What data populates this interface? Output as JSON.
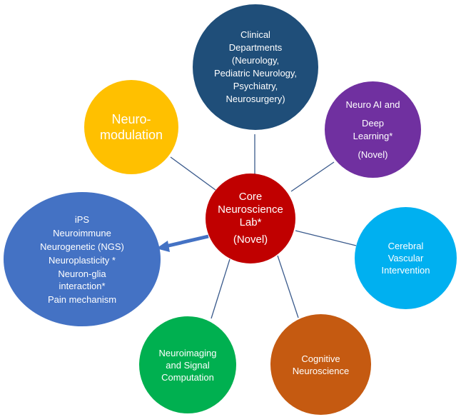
{
  "center": {
    "lines": [
      "Core",
      "Neuroscience",
      "Lab*"
    ],
    "tag": "(Novel)"
  },
  "nodes": {
    "clinical": [
      "Clinical",
      "Departments",
      "(Neurology,",
      "Pediatric Neurology,",
      "Psychiatry,",
      "Neurosurgery)"
    ],
    "neuromodulation": [
      "Neuro-",
      "modulation"
    ],
    "neuro_ai": [
      "Neuro AI and",
      "Deep",
      "Learning*",
      "(Novel)"
    ],
    "cerebral": [
      "Cerebral",
      "Vascular",
      "Intervention"
    ],
    "cognitive": [
      "Cognitive",
      "Neuroscience"
    ],
    "neuroimaging": [
      "Neuroimaging",
      "and Signal",
      "Computation"
    ],
    "research_topics": [
      "iPS",
      "Neuroimmune",
      "Neurogenetic (NGS)",
      "Neuroplasticity *",
      "Neuron-glia",
      "interaction*",
      "Pain mechanism"
    ]
  },
  "colors": {
    "core": "#c00000",
    "clinical": "#1f4e79",
    "neuromodulation": "#ffc000",
    "neuro_ai": "#7030a0",
    "cerebral": "#00b0f0",
    "cognitive": "#c55a11",
    "neuroimaging": "#00b050",
    "research_topics": "#4472c4",
    "connector": "#3a5a8c",
    "arrow": "#4472c4"
  }
}
